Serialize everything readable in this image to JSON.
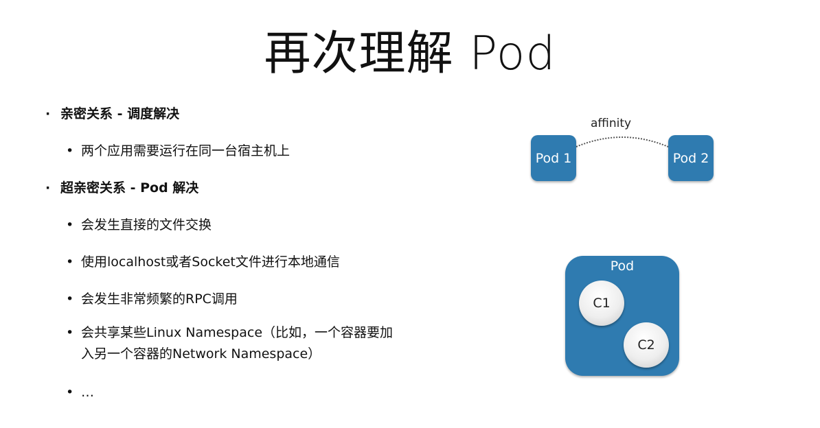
{
  "title": "再次理解 Pod",
  "bullets": [
    {
      "text": "亲密关系 - 调度解决",
      "children": [
        "两个应用需要运行在同一台宿主机上"
      ]
    },
    {
      "text": "超亲密关系 - Pod 解决",
      "children": [
        "会发生直接的文件交换",
        "使用localhost或者Socket文件进行本地通信",
        "会发生非常频繁的RPC调用",
        "会共享某些Linux Namespace（比如，一个容器要加入另一个容器的Network Namespace）",
        "…"
      ]
    }
  ],
  "bullet_glyph_1": "·",
  "bullet_glyph_2": "•",
  "diagram": {
    "affinity_label": "affinity",
    "pod1": "Pod 1",
    "pod2": "Pod 2",
    "pod": "Pod",
    "c1": "C1",
    "c2": "C2",
    "color": "#2f7bb0"
  }
}
